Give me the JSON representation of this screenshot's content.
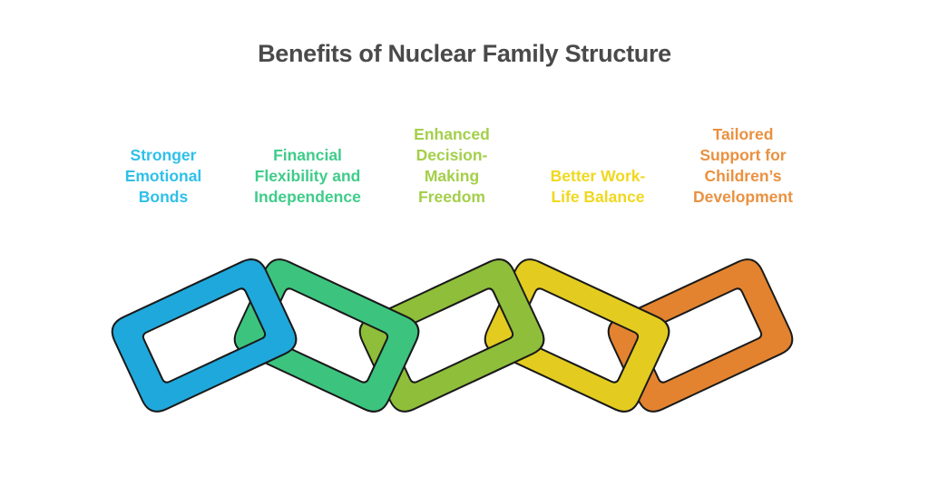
{
  "title": "Benefits of Nuclear Family Structure",
  "links": [
    {
      "label_lines": [
        "Stronger",
        "Emotional",
        "Bonds"
      ],
      "color": "#1fa8db",
      "text_color": "#2fc0ea"
    },
    {
      "label_lines": [
        "Financial",
        "Flexibility and",
        "Independence"
      ],
      "color": "#3cc47f",
      "text_color": "#3fcc8a"
    },
    {
      "label_lines": [
        "Enhanced",
        "Decision-",
        "Making",
        "Freedom"
      ],
      "color": "#8fbe3a",
      "text_color": "#a4cf4a"
    },
    {
      "label_lines": [
        "Better Work-",
        "Life Balance"
      ],
      "color": "#e3cc1f",
      "text_color": "#f0d81e"
    },
    {
      "label_lines": [
        "Tailored",
        "Support for",
        "Children’s",
        "Development"
      ],
      "color": "#e3832f",
      "text_color": "#ea9140"
    }
  ]
}
